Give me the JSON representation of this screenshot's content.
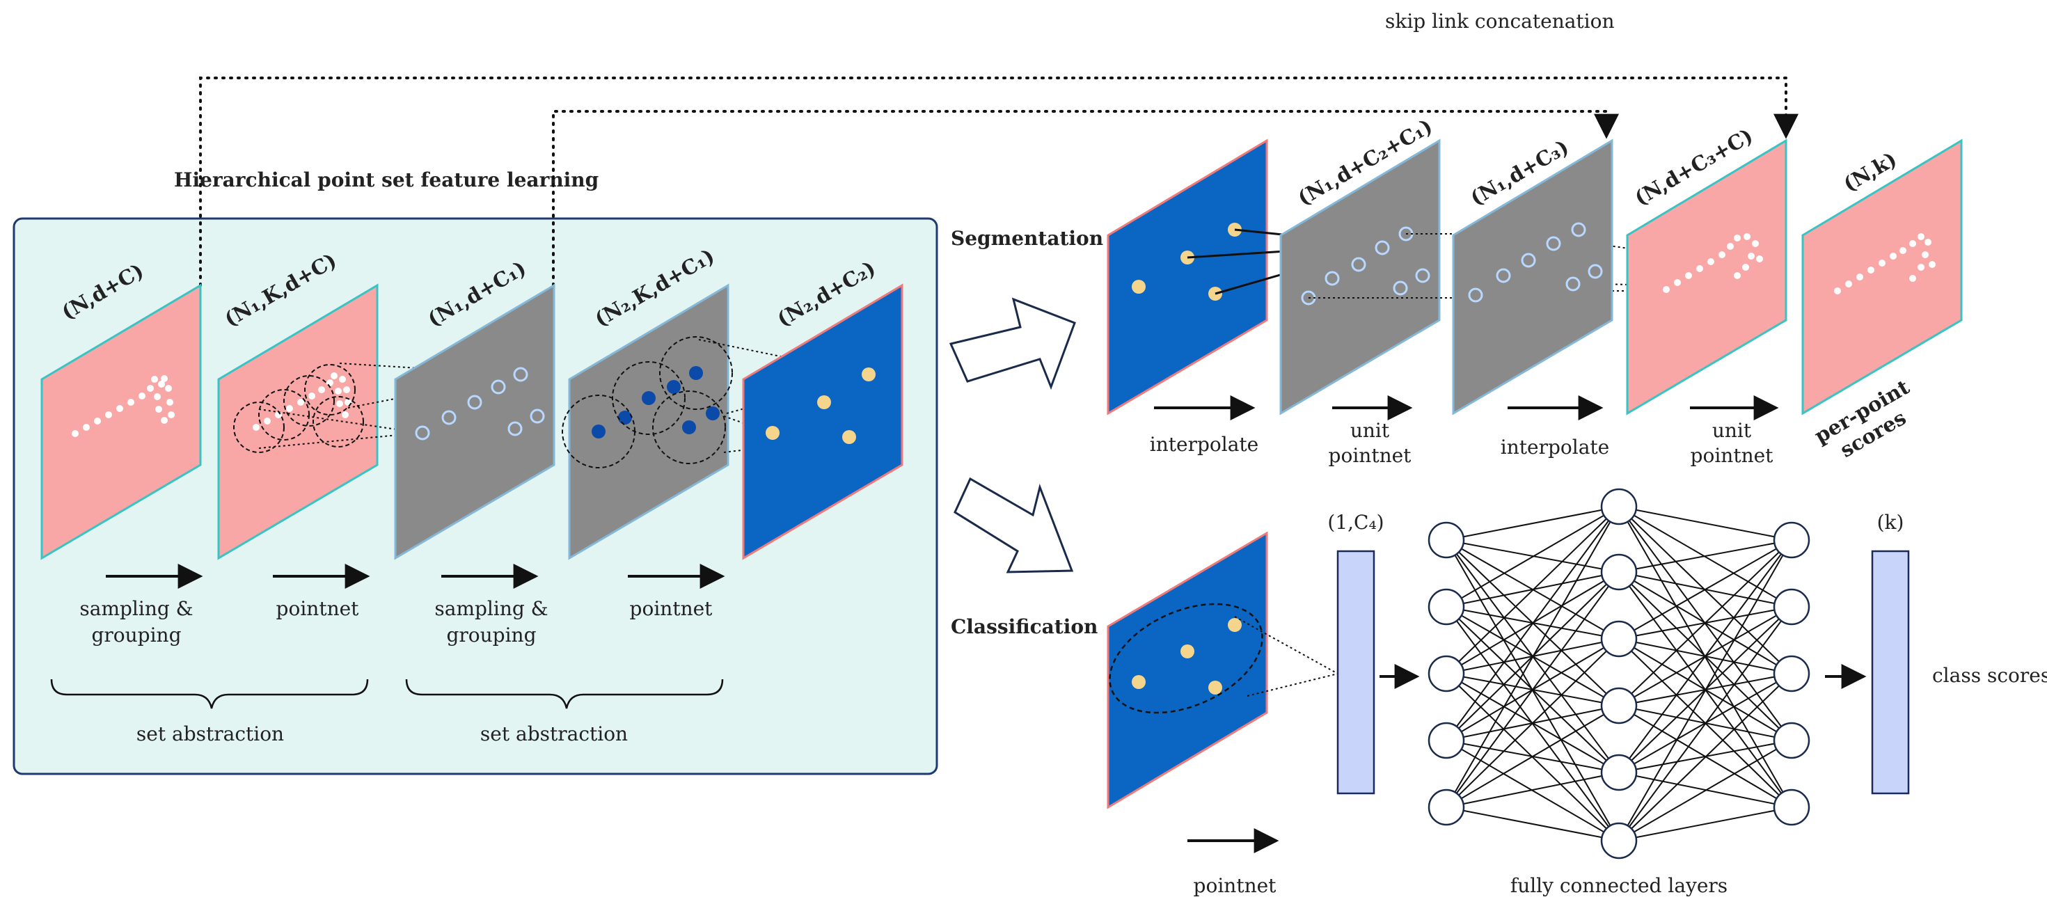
{
  "hierarchy": {
    "title": "Hierarchical point set feature learning",
    "panels": [
      {
        "label": "(N,d+C)"
      },
      {
        "label": "(N₁,K,d+C)"
      },
      {
        "label": "(N₁,d+C₁)"
      },
      {
        "label": "(N₂,K,d+C₁)"
      },
      {
        "label": "(N₂,d+C₂)"
      }
    ],
    "steps": [
      {
        "line1": "sampling &",
        "line2": "grouping"
      },
      {
        "line1": "pointnet",
        "line2": ""
      },
      {
        "line1": "sampling &",
        "line2": "grouping"
      },
      {
        "line1": "pointnet",
        "line2": ""
      }
    ],
    "groups": [
      "set abstraction",
      "set abstraction"
    ]
  },
  "skip_link": "skip link concatenation",
  "segmentation": {
    "title": "Segmentation",
    "panels": [
      {
        "label": "(N₁,d+C₂+C₁)"
      },
      {
        "label": "(N₁,d+C₃)"
      },
      {
        "label": "(N,d+C₃+C)"
      },
      {
        "label": "(N,k)"
      }
    ],
    "steps": [
      {
        "line1": "interpolate",
        "line2": ""
      },
      {
        "line1": "unit",
        "line2": "pointnet"
      },
      {
        "line1": "interpolate",
        "line2": ""
      },
      {
        "line1": "unit",
        "line2": "pointnet"
      }
    ],
    "output": {
      "line1": "per-point",
      "line2": "scores"
    }
  },
  "classification": {
    "title": "Classification",
    "step": "pointnet",
    "vector_label": "(1,C₄)",
    "fc_label": "fully connected layers",
    "output_vector_label": "(k)",
    "output": "class scores"
  },
  "colors": {
    "box_fill": "#e3f5f3",
    "box_stroke": "#1e3a6e",
    "pink": "#f8a6a6",
    "pink_edge": "#38c4c4",
    "gray": "#8a8a8a",
    "gray_edge": "#84b8d8",
    "blue": "#0a66c2",
    "blue_edge": "#f07a7a",
    "yellow": "#f5d48b",
    "dark_blue": "#0b4aa8",
    "vector": "#c8d4fa"
  }
}
